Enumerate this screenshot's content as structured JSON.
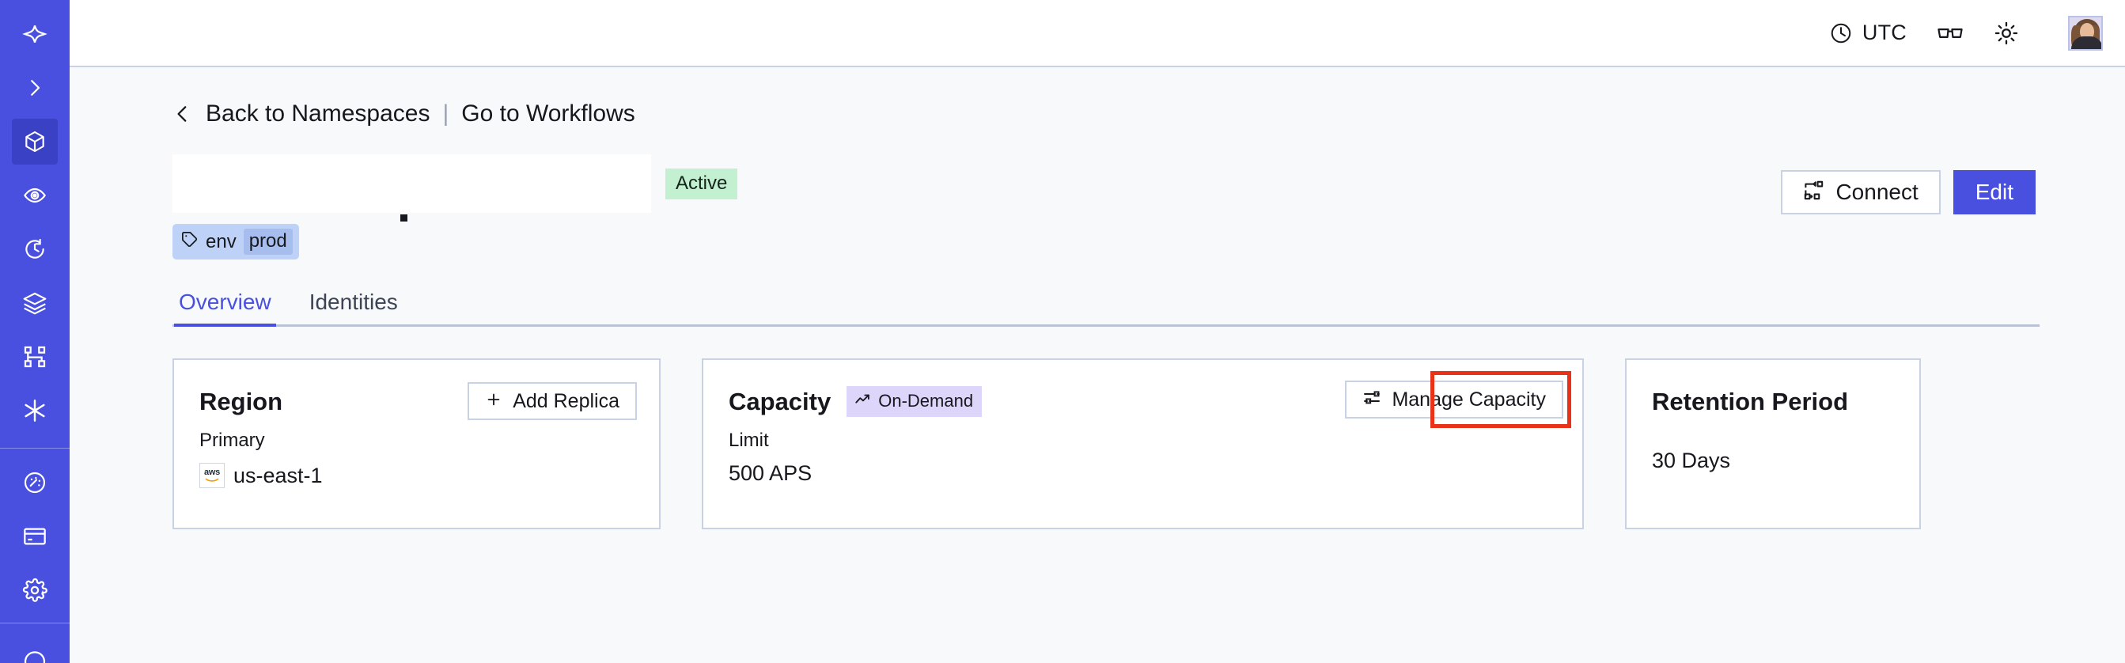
{
  "rail": {
    "items": [
      {
        "name": "logo-icon",
        "label": "Temporal"
      },
      {
        "name": "expand-icon",
        "label": "Expand navigation"
      },
      {
        "name": "namespaces-icon",
        "label": "Namespaces"
      },
      {
        "name": "visibility-icon",
        "label": "Visibility"
      },
      {
        "name": "history-icon",
        "label": "Recent"
      },
      {
        "name": "layers-icon",
        "label": "Schedules"
      },
      {
        "name": "workflow-graph-icon",
        "label": "Workflows"
      },
      {
        "name": "asterisk-icon",
        "label": "Nexus"
      },
      {
        "name": "usage-gauge-icon",
        "label": "Usage"
      },
      {
        "name": "billing-card-icon",
        "label": "Billing"
      },
      {
        "name": "settings-gear-icon",
        "label": "Settings"
      }
    ]
  },
  "header": {
    "timezone": "UTC",
    "clock_icon": "clock-icon",
    "glasses_icon": "glasses-icon",
    "theme_icon": "sun-icon",
    "avatar_icon": "user-avatar"
  },
  "breadcrumb": {
    "back_icon": "chevron-left-icon",
    "back_label": "Back to Namespaces",
    "separator": "|",
    "forward_label": "Go to Workflows"
  },
  "namespace": {
    "title": "",
    "status": "Active",
    "tag": {
      "icon": "tag-icon",
      "key": "env",
      "value": "prod"
    }
  },
  "actions": {
    "connect_label": "Connect",
    "connect_icon": "connect-flow-icon",
    "edit_label": "Edit"
  },
  "tabs": [
    {
      "label": "Overview",
      "active": true
    },
    {
      "label": "Identities",
      "active": false
    }
  ],
  "cards": {
    "region": {
      "title": "Region",
      "button_label": "Add Replica",
      "button_icon": "plus-icon",
      "sub_label": "Primary",
      "provider_icon": "aws-logo",
      "value": "us-east-1"
    },
    "capacity": {
      "title": "Capacity",
      "badge_label": "On-Demand",
      "badge_icon": "trending-up-icon",
      "button_label": "Manage Capacity",
      "button_icon": "sliders-icon",
      "sub_label": "Limit",
      "value": "500 APS",
      "highlighted": true,
      "highlight_color": "#e8321a"
    },
    "retention": {
      "title": "Retention Period",
      "value": "30  Days"
    }
  },
  "colors": {
    "brand_indigo": "#4950e0",
    "rail_selected": "#3b41c4",
    "page_bg": "#f7f9fb",
    "card_border": "#c9d2e4",
    "badge_active_bg": "#c3f0d0",
    "badge_ondemand_bg": "#ded6fa",
    "tag_bg": "#bed2f7",
    "tag_value_bg": "#a6bdee",
    "highlight_red": "#e8321a"
  }
}
